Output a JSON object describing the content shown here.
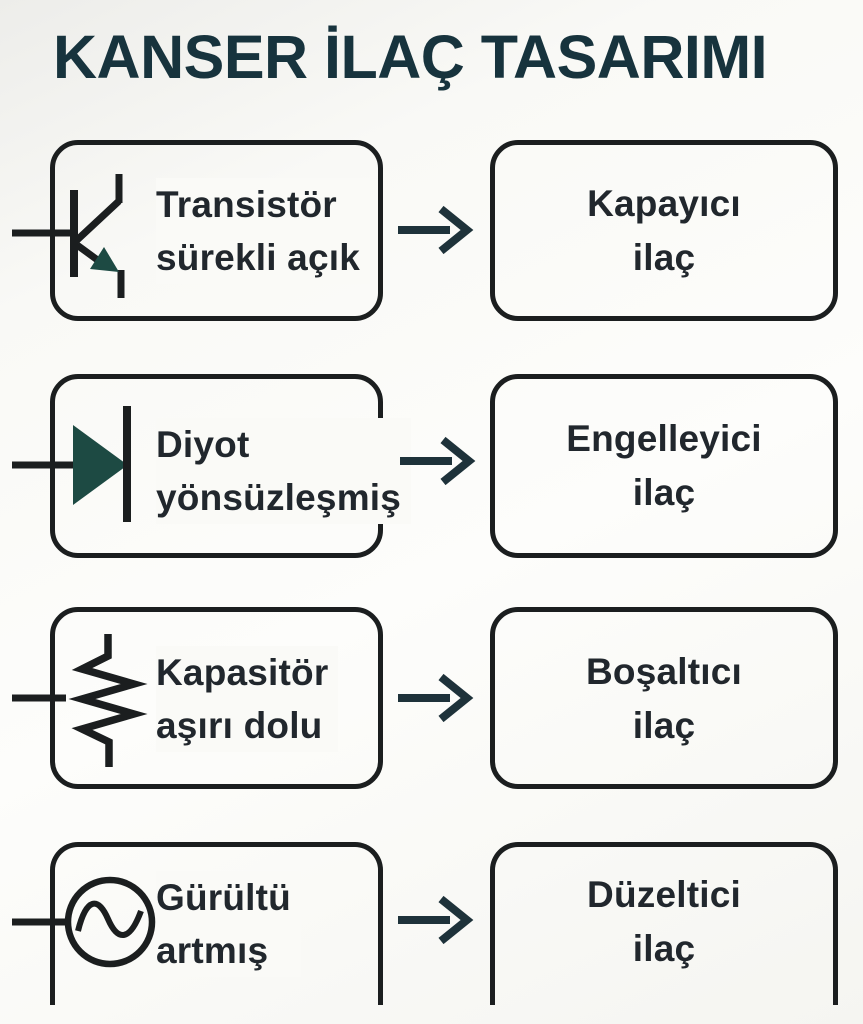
{
  "title": "KANSER İLAÇ TASARIMI",
  "rows": [
    {
      "symptom_line1": "Transistör",
      "symptom_line2": "sürekli açık",
      "symptom_icon": "transistor-icon",
      "drug_line1": "Kapayıcı",
      "drug_line2": "ilaç"
    },
    {
      "symptom_line1": "Diyot",
      "symptom_line2": "yönsüzleşmiş",
      "symptom_icon": "diode-icon",
      "drug_line1": "Engelleyici",
      "drug_line2": "ilaç"
    },
    {
      "symptom_line1": "Kapasitör",
      "symptom_line2": "aşırı dolu",
      "symptom_icon": "capacitor-icon",
      "drug_line1": "Boşaltıcı",
      "drug_line2": "ilaç"
    },
    {
      "symptom_line1": "Gürültü",
      "symptom_line2": "artmış",
      "symptom_icon": "ac-source-icon",
      "drug_line1": "Düzeltici",
      "drug_line2": "ilaç"
    }
  ],
  "colors": {
    "background": "#fafaf7",
    "ink": "#21272d",
    "title": "#17333d",
    "border": "#1b1e1f",
    "arrow": "#1e323a",
    "teal": "#1d4a43"
  }
}
